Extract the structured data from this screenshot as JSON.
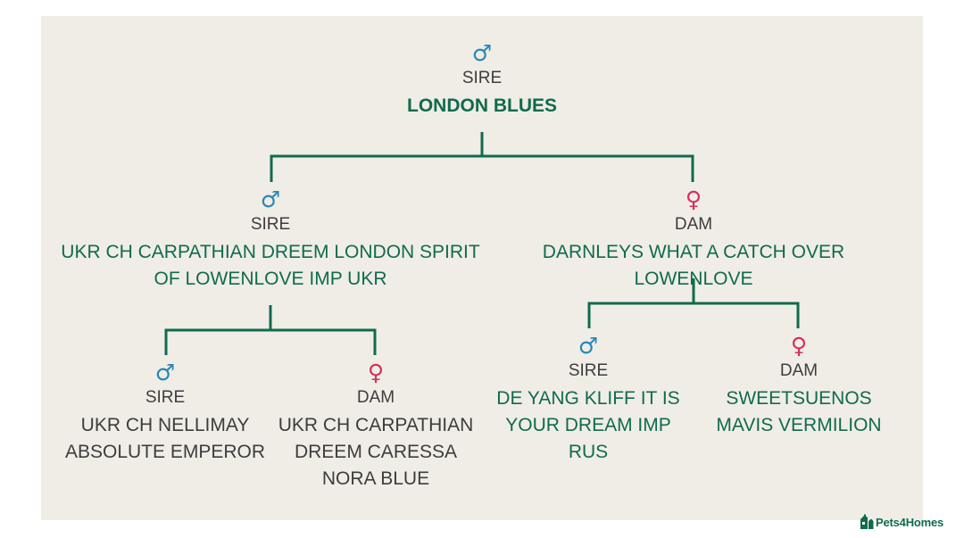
{
  "tree": {
    "root": {
      "symbol": "♂",
      "role": "SIRE",
      "name": "LONDON BLUES"
    },
    "sire": {
      "symbol": "♂",
      "role": "SIRE",
      "name_lines": [
        "UKR CH CARPATHIAN DREEM LONDON SPIRIT",
        "OF LOWENLOVE IMP UKR"
      ]
    },
    "dam": {
      "symbol": "♀",
      "role": "DAM",
      "name_lines": [
        "DARNLEYS WHAT A CATCH OVER LOWENLOVE"
      ]
    },
    "sire_sire": {
      "symbol": "♂",
      "role": "SIRE",
      "name_lines": [
        "UKR CH NELLIMAY",
        "ABSOLUTE EMPEROR"
      ]
    },
    "sire_dam": {
      "symbol": "♀",
      "role": "DAM",
      "name_lines": [
        "UKR CH CARPATHIAN",
        "DREEM CARESSA",
        "NORA BLUE"
      ]
    },
    "dam_sire": {
      "symbol": "♂",
      "role": "SIRE",
      "name_lines": [
        "DE YANG KLIFF IT IS",
        "YOUR DREAM IMP",
        "RUS"
      ]
    },
    "dam_dam": {
      "symbol": "♀",
      "role": "DAM",
      "name_lines": [
        "SWEETSUENOS",
        "MAVIS VERMILION"
      ]
    }
  },
  "colors": {
    "background": "#f0ede6",
    "connector": "#106b4d",
    "name_green": "#106b4d",
    "name_gray": "#3d3d3d",
    "male_symbol": "#2a86b7",
    "female_symbol": "#d3325a"
  },
  "brand": {
    "name": "Pets4Homes",
    "logo_icon": "pets4homes-house-icon"
  }
}
